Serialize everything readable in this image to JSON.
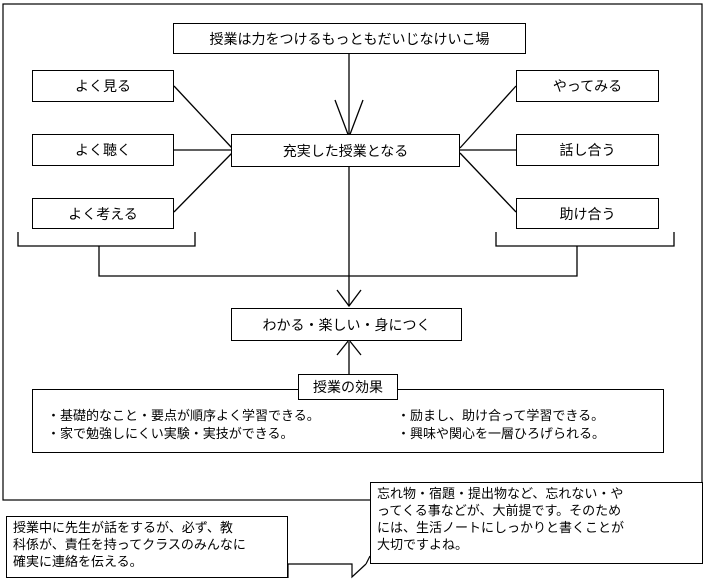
{
  "top": "授業は力をつけるもっともだいじなけいこ場",
  "center": "充実した授業となる",
  "left_items": [
    "よく見る",
    "よく聴く",
    "よく考える"
  ],
  "right_items": [
    "やってみる",
    "話し合う",
    "助け合う"
  ],
  "result": "わかる・楽しい・身につく",
  "effects": {
    "label": "授業の効果",
    "left": [
      "・基礎的なこと・要点が順序よく学習できる。",
      "・家で勉強しにくい実験・実技ができる。"
    ],
    "right": [
      "・励まし、助け合って学習できる。",
      "・興味や関心を一層ひろげられる。"
    ]
  },
  "note_left": [
    "授業中に先生が話をするが、必ず、教",
    "科係が、責任を持ってクラスのみんなに",
    "確実に連絡を伝える。"
  ],
  "note_right": [
    "忘れ物・宿題・提出物など、忘れない・や",
    "ってくる事などが、大前提です。そのため",
    "には、生活ノートにしっかりと書くことが",
    "大切ですよね。"
  ]
}
